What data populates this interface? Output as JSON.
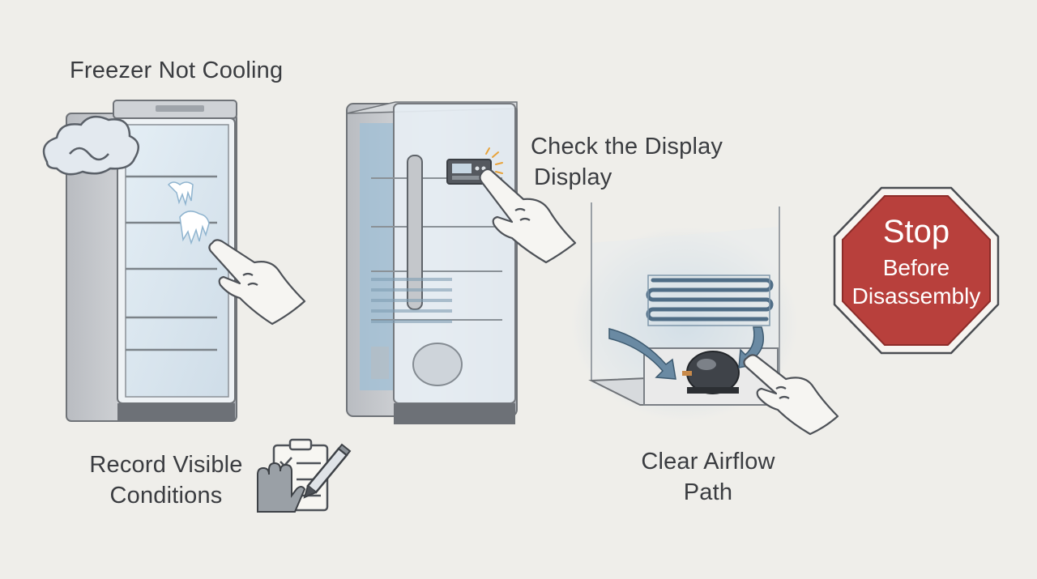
{
  "labels": {
    "freezer_not_cooling": "Freezer Not Cooling",
    "check_display_line1": "Check the Display",
    "check_display_line2": "Display",
    "record_line1": "Record Visible",
    "record_line2": "Conditions",
    "airflow_line1": "Clear Airflow",
    "airflow_line2": "Path"
  },
  "stop_sign": {
    "word": "Stop",
    "line2": "Before",
    "line3": "Disassembly"
  },
  "colors": {
    "background": "#efeeea",
    "stop_red": "#b8403c",
    "frost_blue": "#8fb4cf",
    "steel": "#c9ccd0"
  },
  "icons": [
    "frost-cloud-icon",
    "pointing-hand-icon",
    "clipboard-icon",
    "pencil-icon",
    "airflow-arrow-icon",
    "compressor-icon"
  ]
}
